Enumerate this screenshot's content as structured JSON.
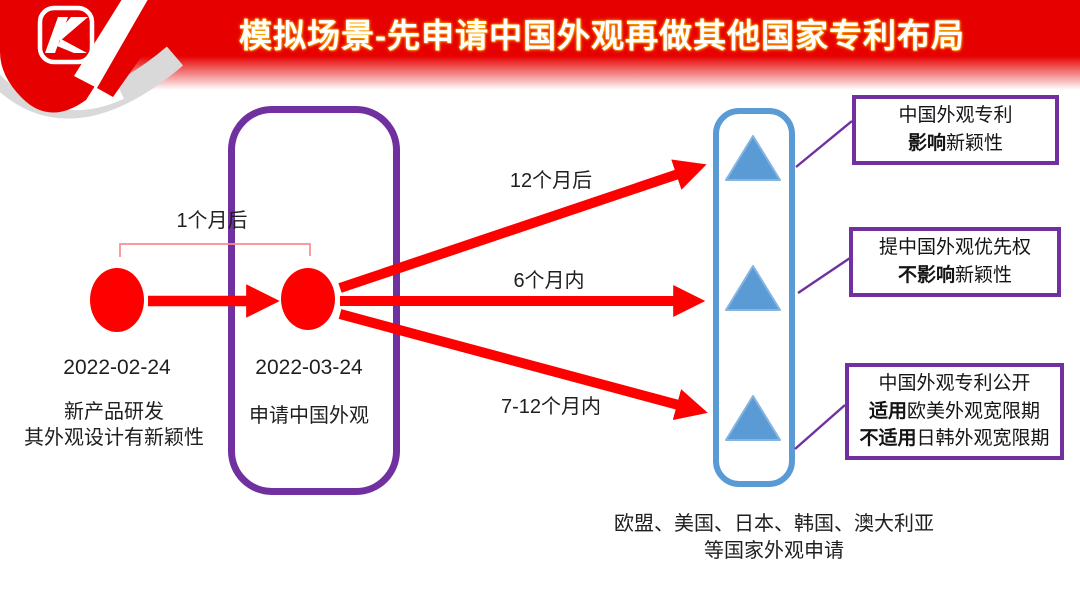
{
  "header": {
    "title": "模拟场景-先申请中国外观再做其他国家专利布局"
  },
  "icons": {
    "logo": "k-badge-icon",
    "timeline_nodes": "red-dot-icon",
    "destination_markers": "blue-triangle-icon"
  },
  "timeline": {
    "gap_label": "1个月后",
    "start": {
      "date": "2022-02-24",
      "desc_line1": "新产品研发",
      "desc_line2": "其外观设计有新颖性"
    },
    "filing": {
      "date": "2022-03-24",
      "label": "申请中国外观"
    }
  },
  "arrows": [
    {
      "label": "12个月后"
    },
    {
      "label": "6个月内"
    },
    {
      "label": "7-12个月内"
    }
  ],
  "destination": {
    "line1": "欧盟、美国、日本、韩国、澳大利亚",
    "line2": "等国家外观申请"
  },
  "result_boxes": [
    {
      "lines": [
        {
          "bold": "",
          "text": "中国外观专利"
        },
        {
          "bold": "影响",
          "text": "新颖性"
        }
      ]
    },
    {
      "lines": [
        {
          "bold": "",
          "text": "提中国外观优先权"
        },
        {
          "bold": "不影响",
          "text": "新颖性"
        }
      ]
    },
    {
      "lines": [
        {
          "bold": "",
          "text": "中国外观专利公开"
        },
        {
          "bold": "适用",
          "text": "欧美外观宽限期"
        },
        {
          "bold": "不适用",
          "text": "日韩外观宽限期"
        }
      ]
    }
  ],
  "colors": {
    "banner_red": "#E60000",
    "shape_red": "#FF0000",
    "purple": "#7030A0",
    "blue": "#5B9BD5",
    "swoosh_gray": "#D9D9D9",
    "bracket_pink": "#FF8A8A",
    "title_glow": "#FFC000"
  }
}
